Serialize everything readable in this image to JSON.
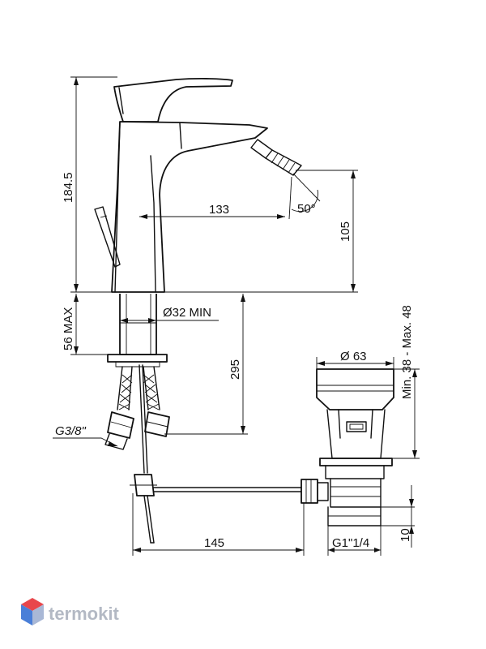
{
  "dimensions": {
    "height_total": "184.5",
    "spout_reach": "133",
    "angle": "50°",
    "spout_height": "105",
    "base_max": "56 MAX",
    "hole_diameter": "Ø32 MIN",
    "hose_length": "295",
    "hose_thread": "G3/8\"",
    "drain_diameter": "Ø 63",
    "drain_range": "Min. 38 - Max. 48",
    "rod_length": "145",
    "drain_thread": "G1\"1/4",
    "drain_nut": "10"
  },
  "watermark": {
    "brand": "termokit",
    "colors": [
      "#e8474c",
      "#4a7fd8",
      "#a9b8d6"
    ]
  }
}
